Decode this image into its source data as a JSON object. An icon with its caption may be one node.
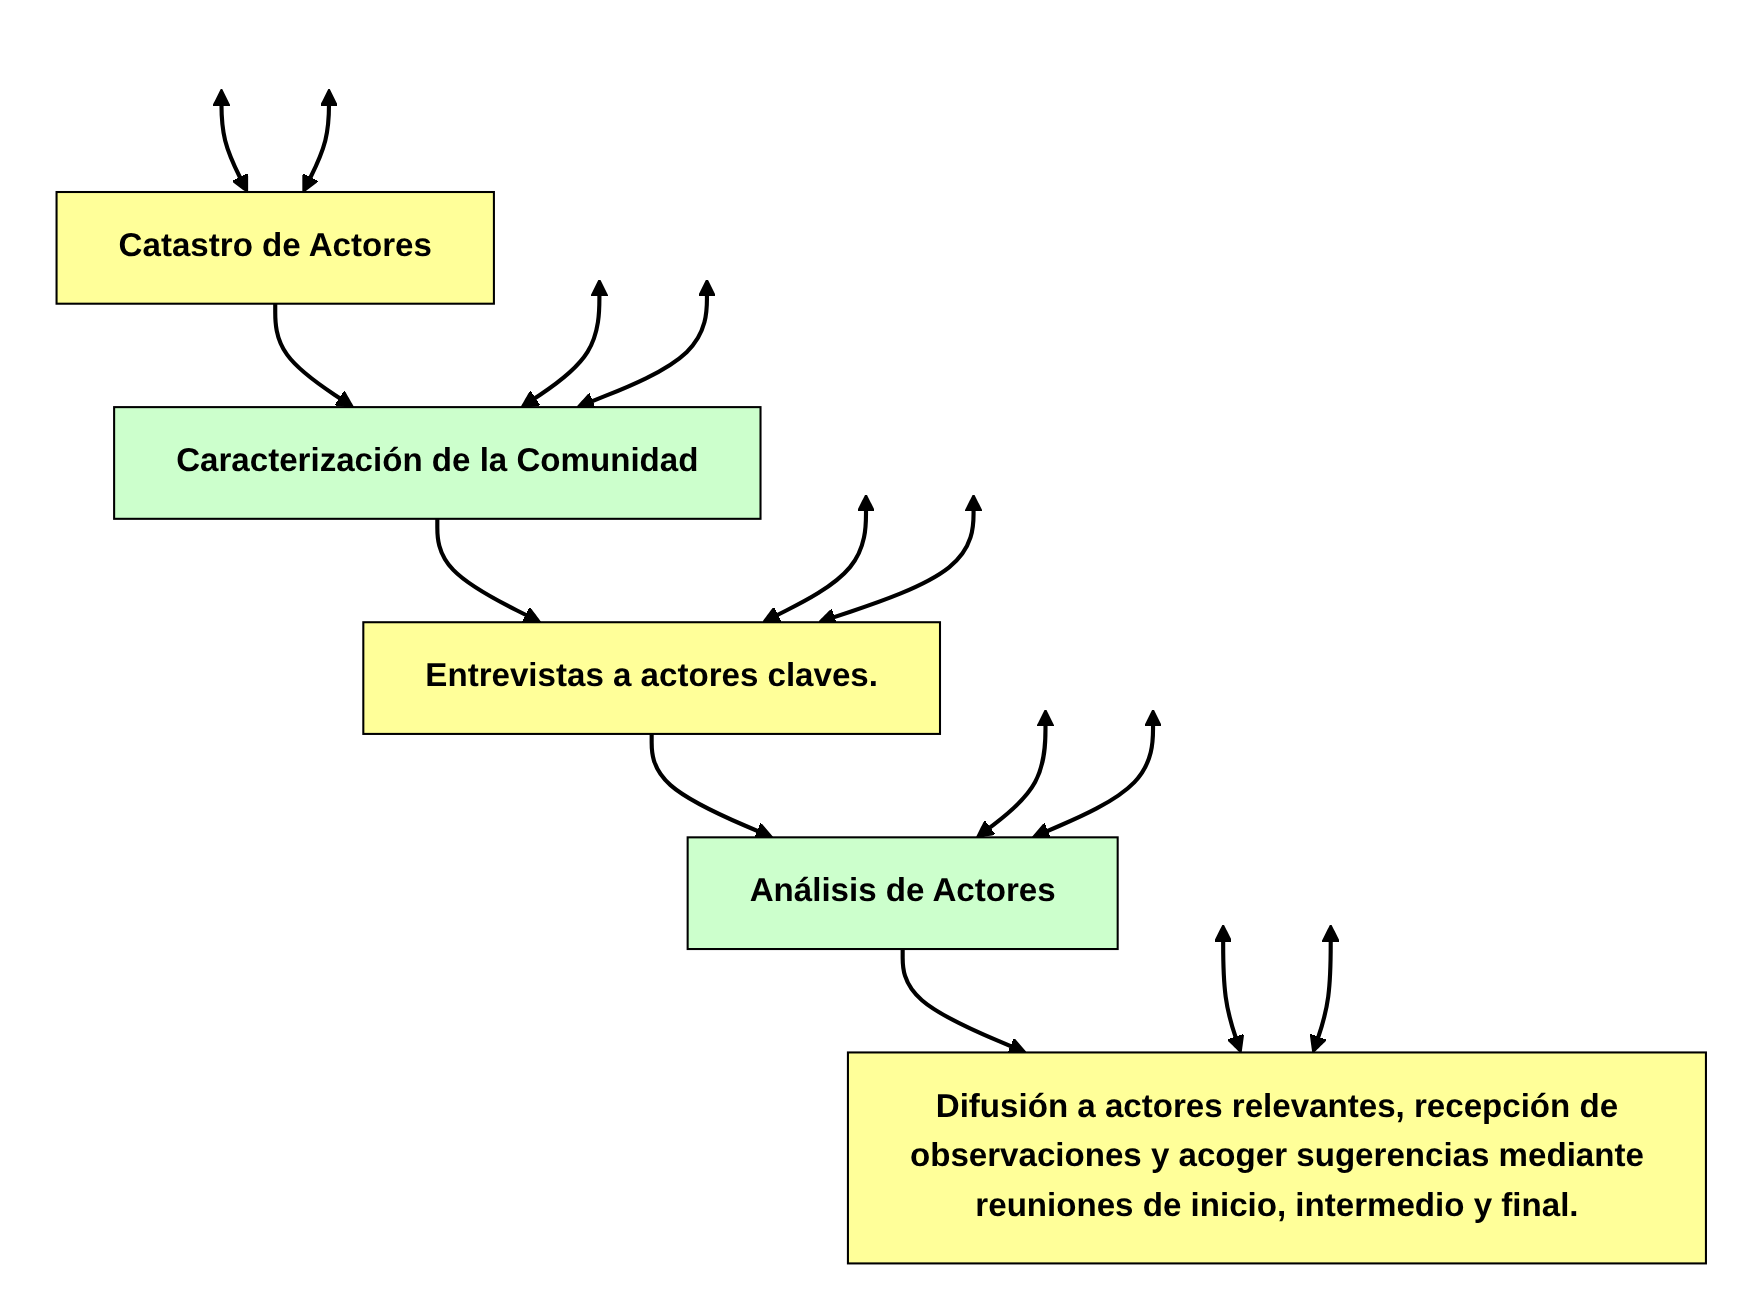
{
  "diagram": {
    "nodes": [
      {
        "text": [
          "Catastro de Actores"
        ]
      },
      {
        "text": [
          "Caracterización de la Comunidad"
        ]
      },
      {
        "text": [
          "Entrevistas a actores claves."
        ]
      },
      {
        "text": [
          "Análisis de Actores"
        ]
      },
      {
        "text": [
          "Difusión a actores relevantes, recepción de observaciones y acoger sugerencias mediante reuniones de inicio, intermedio y final."
        ]
      }
    ],
    "edges": [
      {
        "from": 0,
        "to": 1,
        "arrow": "to"
      },
      {
        "from": 1,
        "to": 2,
        "arrow": "to"
      },
      {
        "from": 2,
        "to": 3,
        "arrow": "to"
      },
      {
        "from": 3,
        "to": 4,
        "arrow": "to"
      },
      {
        "from": null,
        "to": 0,
        "arrow": "both"
      },
      {
        "from": null,
        "to": 0,
        "arrow": "both"
      },
      {
        "from": null,
        "to": 1,
        "arrow": "both"
      },
      {
        "from": null,
        "to": 1,
        "arrow": "both"
      },
      {
        "from": null,
        "to": 2,
        "arrow": "both"
      },
      {
        "from": null,
        "to": 2,
        "arrow": "both"
      },
      {
        "from": null,
        "to": 3,
        "arrow": "both"
      },
      {
        "from": null,
        "to": 3,
        "arrow": "both"
      },
      {
        "from": null,
        "to": 4,
        "arrow": "both"
      },
      {
        "from": null,
        "to": 4,
        "arrow": "both"
      }
    ]
  }
}
